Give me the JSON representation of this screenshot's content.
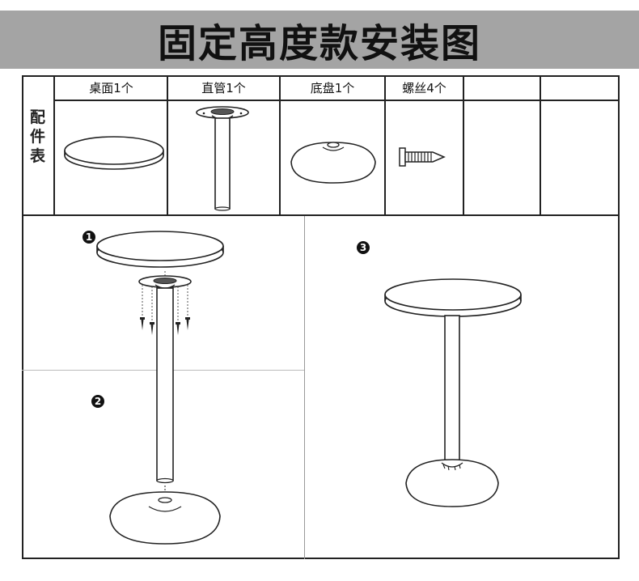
{
  "title": "固定高度款安装图",
  "parts_label": [
    "配",
    "件",
    "表"
  ],
  "parts": [
    {
      "label": "桌面1个",
      "icon": "tabletop-icon"
    },
    {
      "label": "直管1个",
      "icon": "tube-icon"
    },
    {
      "label": "底盘1个",
      "icon": "base-icon"
    },
    {
      "label": "螺丝4个",
      "icon": "screw-icon"
    },
    {
      "label": ""
    },
    {
      "label": ""
    }
  ],
  "steps": [
    "1",
    "2",
    "3"
  ]
}
